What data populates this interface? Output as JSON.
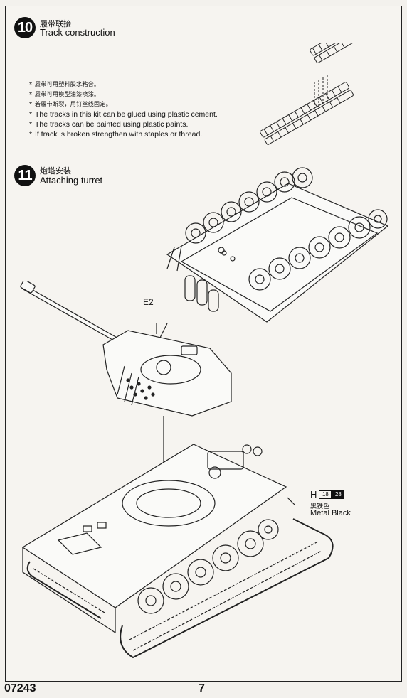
{
  "step10": {
    "number": "10",
    "title_cn": "履带联接",
    "title_en": "Track construction",
    "notes": [
      {
        "bullet": "*",
        "text": "履带可用塑料胶水粘合。",
        "cn": true
      },
      {
        "bullet": "*",
        "text": "履带可用模型油漆喷涂。",
        "cn": true
      },
      {
        "bullet": "*",
        "text": "若履带断裂，用钉丝线固定。",
        "cn": true
      },
      {
        "bullet": "*",
        "text": "The tracks in this kit can be glued using plastic cement.",
        "cn": false
      },
      {
        "bullet": "*",
        "text": "The tracks can be painted using plastic paints.",
        "cn": false
      },
      {
        "bullet": "*",
        "text": "If track is broken strengthen with staples or thread.",
        "cn": false
      }
    ]
  },
  "step11": {
    "number": "11",
    "title_cn": "炮塔安装",
    "title_en": "Attaching turret",
    "part_label": "E2",
    "paint": {
      "code_letter": "H",
      "code1": "18",
      "code2": "28",
      "name_cn": "黑铁色",
      "name_en": "Metal  Black"
    }
  },
  "footer": {
    "product_code": "07243",
    "page_number": "7"
  }
}
